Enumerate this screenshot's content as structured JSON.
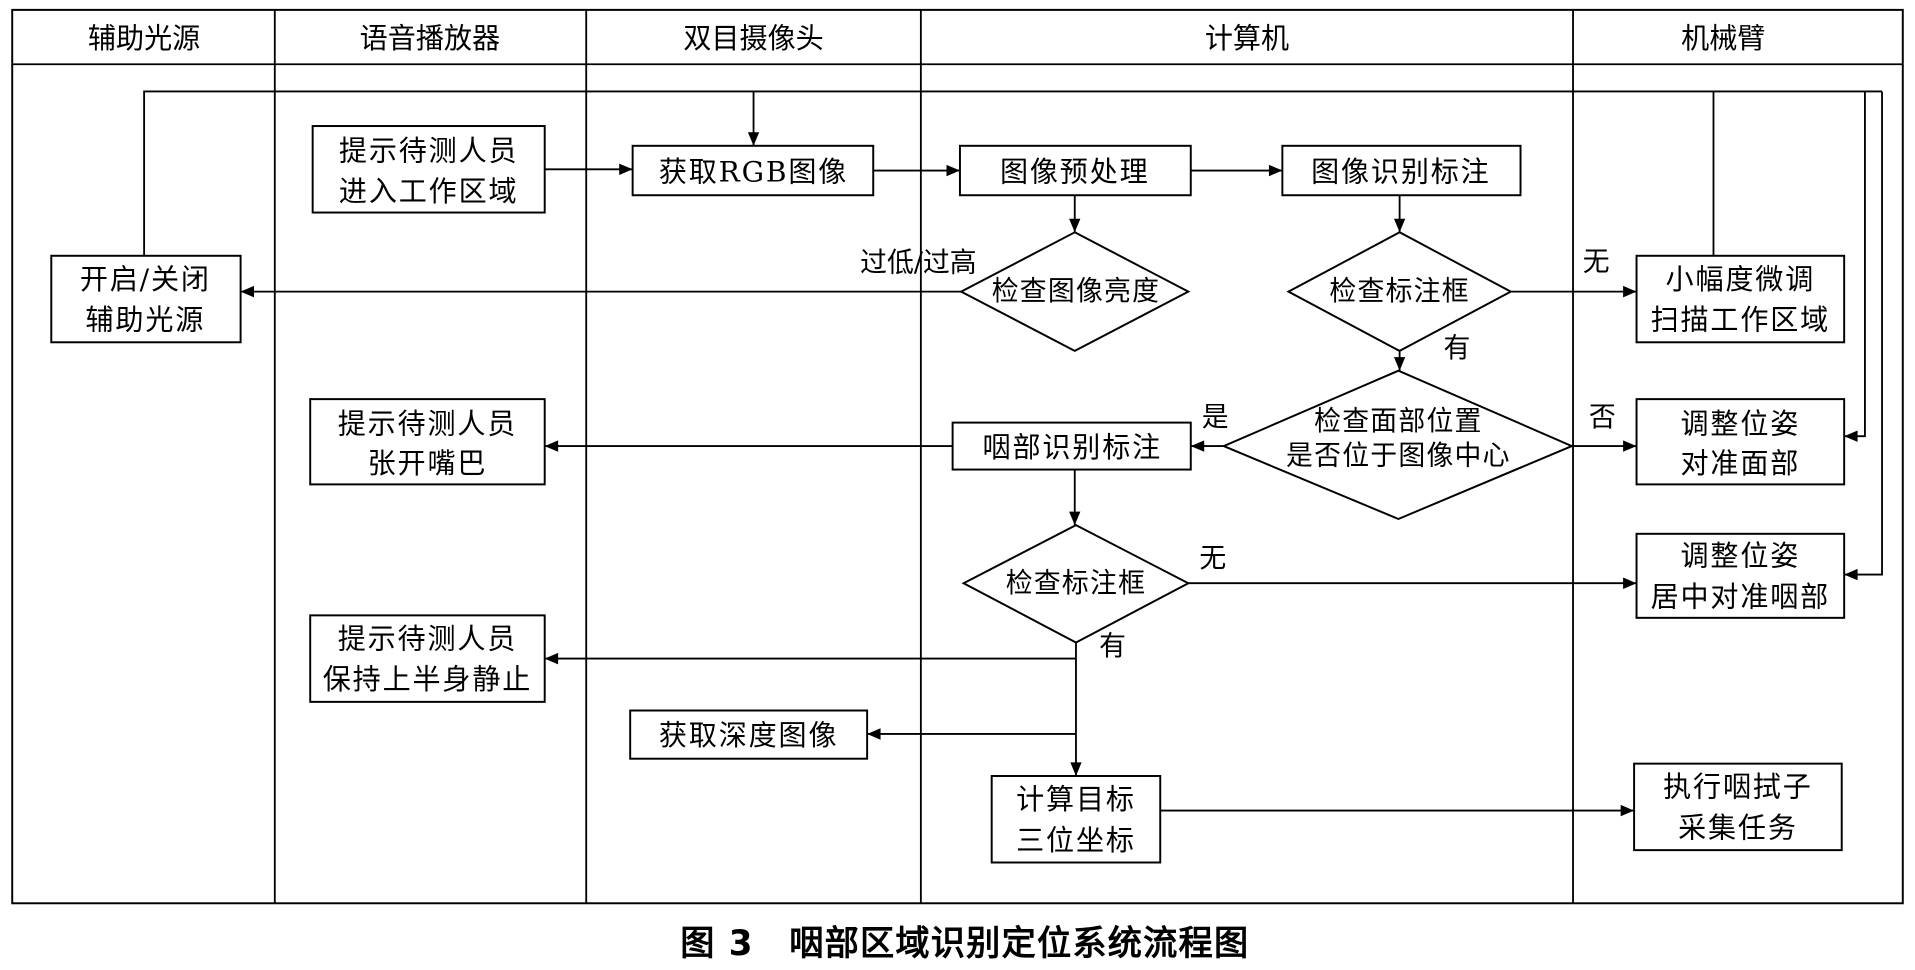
{
  "lanes": {
    "aux_light": "辅助光源",
    "voice_player": "语音播放器",
    "stereo_camera": "双目摄像头",
    "computer": "计算机",
    "robot_arm": "机械臂"
  },
  "nodes": {
    "prompt_enter": [
      "提示待测人员",
      "进入工作区域"
    ],
    "get_rgb": [
      "获取RGB图像"
    ],
    "preprocess": [
      "图像预处理"
    ],
    "recognize": [
      "图像识别标注"
    ],
    "light_toggle": [
      "开启/关闭",
      "辅助光源"
    ],
    "check_brightness": [
      "检查图像亮度"
    ],
    "check_box_1": [
      "检查标注框"
    ],
    "fine_tune": [
      "小幅度微调",
      "扫描工作区域"
    ],
    "check_face": [
      "检查面部位置",
      "是否位于图像中心"
    ],
    "throat_recognize": [
      "咽部识别标注"
    ],
    "prompt_open": [
      "提示待测人员",
      "张开嘴巴"
    ],
    "align_face": [
      "调整位姿",
      "对准面部"
    ],
    "check_box_2": [
      "检查标注框"
    ],
    "center_throat": [
      "调整位姿",
      "居中对准咽部"
    ],
    "prompt_still": [
      "提示待测人员",
      "保持上半身静止"
    ],
    "get_depth": [
      "获取深度图像"
    ],
    "compute": [
      "计算目标",
      "三位坐标"
    ],
    "execute": [
      "执行咽拭子",
      "采集任务"
    ]
  },
  "edge_labels": {
    "too_low_high": "过低/过高",
    "none_1": "无",
    "has_1": "有",
    "yes": "是",
    "no": "否",
    "none_2": "无",
    "has_2": "有"
  },
  "caption": "图 3　咽部区域识别定位系统流程图"
}
